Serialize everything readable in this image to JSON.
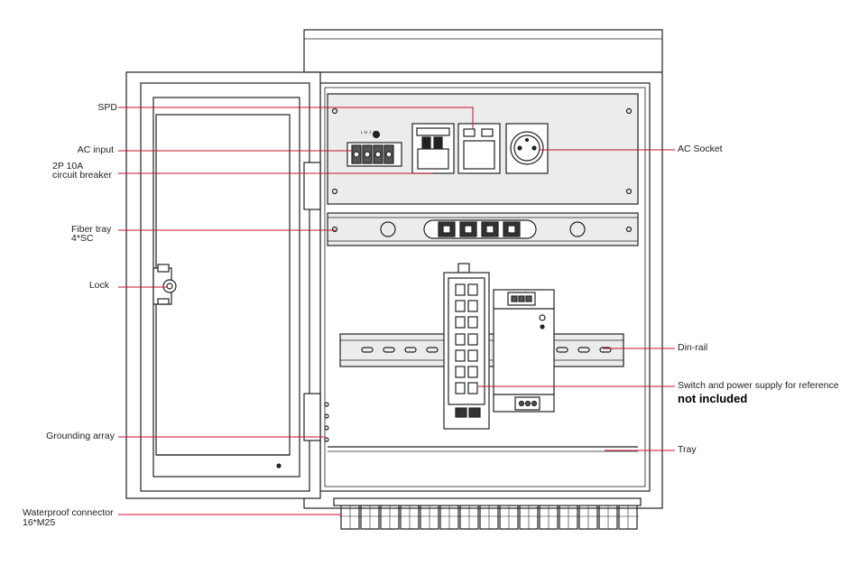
{
  "labels": {
    "spd": "SPD",
    "ac_input": "AC input",
    "breaker_line1": "2P 10A",
    "breaker_line2": "circuit breaker",
    "fiber_tray_line1": "Fiber tray",
    "fiber_tray_line2": "4*SC",
    "lock": "Lock",
    "grounding_array": "Grounding array",
    "waterproof_line1": "Waterproof connector",
    "waterproof_line2": "16*M25",
    "ac_socket": "AC Socket",
    "din_rail": "Din-rail",
    "switch_psu": "Switch and power supply for reference",
    "not_included": "not included",
    "tray": "Tray"
  },
  "terminal_marks": "L  N  ⏚  N",
  "colors": {
    "leader_line": "#c8102e",
    "outline": "#222222",
    "panel_fill": "#ececec"
  }
}
